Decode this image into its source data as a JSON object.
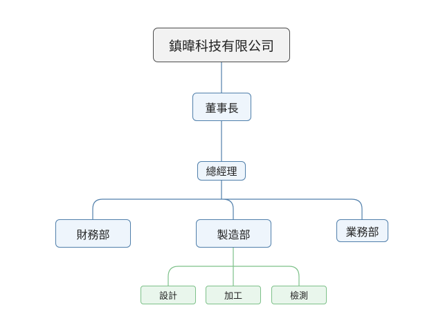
{
  "org_chart": {
    "root": {
      "label": "鎮暐科技有限公司"
    },
    "chairman": {
      "label": "董事長"
    },
    "general_manager": {
      "label": "總經理"
    },
    "departments": [
      {
        "label": "財務部"
      },
      {
        "label": "製造部"
      },
      {
        "label": "業務部"
      }
    ],
    "manufacturing_units": [
      {
        "label": "設計"
      },
      {
        "label": "加工"
      },
      {
        "label": "檢測"
      }
    ]
  },
  "colors": {
    "main_line": "#4f7eaa",
    "sub_line": "#7cc088",
    "root_border": "#4a4a4a",
    "root_fill": "#f2f2f2",
    "node_fill": "#eef5fc",
    "unit_fill": "#e9f6ec"
  }
}
